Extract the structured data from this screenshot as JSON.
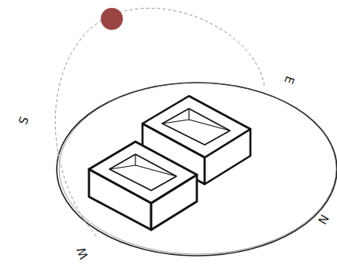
{
  "diagram": {
    "labels": [
      "E",
      "S",
      "N",
      "W"
    ]
  }
}
